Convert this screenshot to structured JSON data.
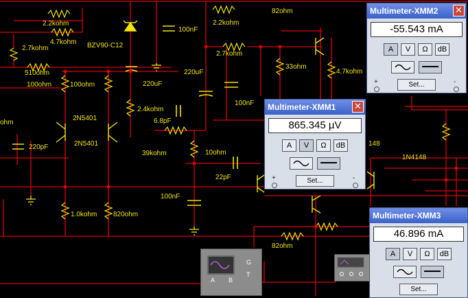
{
  "schematic": {
    "labels": [
      {
        "id": "r-82ohm-top",
        "text": "82ohm"
      },
      {
        "id": "r-2-2kohm-a",
        "text": "2.2kohm"
      },
      {
        "id": "r-4-7kohm-a",
        "text": "4.7kohm"
      },
      {
        "id": "r-2-7kohm-a",
        "text": "2.7kohm"
      },
      {
        "id": "r-510ohm",
        "text": "510ohm"
      },
      {
        "id": "d-bzv90",
        "text": "BZV90-C12"
      },
      {
        "id": "c-100nf-a",
        "text": "100nF"
      },
      {
        "id": "r-2-2kohm-b",
        "text": "2.2kohm"
      },
      {
        "id": "r-2-7kohm-b",
        "text": "2.7kohm"
      },
      {
        "id": "r-33ohm",
        "text": "33ohm"
      },
      {
        "id": "r-4-7kohm-b",
        "text": "4.7kohm"
      },
      {
        "id": "c-220uf-a",
        "text": "220uF"
      },
      {
        "id": "c-220uf-b",
        "text": "220uF"
      },
      {
        "id": "c-100nf-b",
        "text": "100nF"
      },
      {
        "id": "r-100ohm-a",
        "text": "100ohm"
      },
      {
        "id": "r-100ohm-b",
        "text": "100ohm"
      },
      {
        "id": "r-2-4kohm",
        "text": "2.4kohm"
      },
      {
        "id": "r-kohm-edge",
        "text": "ohm"
      },
      {
        "id": "q-2n5401-a",
        "text": "2N5401"
      },
      {
        "id": "q-2n5401-b",
        "text": "2N5401"
      },
      {
        "id": "c-6-8pf",
        "text": "6.8pF"
      },
      {
        "id": "c-220pf",
        "text": "220pF"
      },
      {
        "id": "r-39kohm",
        "text": "39kohm"
      },
      {
        "id": "r-10ohm",
        "text": "10ohm"
      },
      {
        "id": "c-22pf",
        "text": "22pF"
      },
      {
        "id": "c-100nf-c",
        "text": "100nF"
      },
      {
        "id": "r-1-0kohm",
        "text": "1.0kohm"
      },
      {
        "id": "r-820ohm",
        "text": "820ohm"
      },
      {
        "id": "r-82ohm-bottom",
        "text": "82ohm"
      },
      {
        "id": "d-1n4148-a",
        "text": "148"
      },
      {
        "id": "d-1n4148-b",
        "text": "1N4148"
      }
    ]
  },
  "multimeters": [
    {
      "id": "xmm2",
      "title": "Multimeter-XMM2",
      "reading": "-55.543 mA",
      "selected_mode": "A",
      "selected_wave": "dc",
      "set_label": "Set...",
      "plus": "+",
      "minus": "-"
    },
    {
      "id": "xmm1",
      "title": "Multimeter-XMM1",
      "reading": "865.345 µV",
      "selected_mode": "V",
      "selected_wave": "dc",
      "set_label": "Set...",
      "plus": "+",
      "minus": "-"
    },
    {
      "id": "xmm3",
      "title": "Multimeter-XMM3",
      "reading": "46.896 mA",
      "selected_mode": "A",
      "selected_wave": "dc",
      "set_label": "Set...",
      "plus": "+",
      "minus": "-"
    }
  ],
  "mode_buttons": [
    "A",
    "V",
    "Ω",
    "dB"
  ],
  "oscilloscope": {
    "label_a": "A",
    "label_b": "B",
    "label_g": "G",
    "label_t": "T"
  },
  "close_glyph": "✕",
  "colors": {
    "wire": "#d90000",
    "component": "#f2e600",
    "background": "#000000",
    "title_bar": "#3b62c9"
  }
}
